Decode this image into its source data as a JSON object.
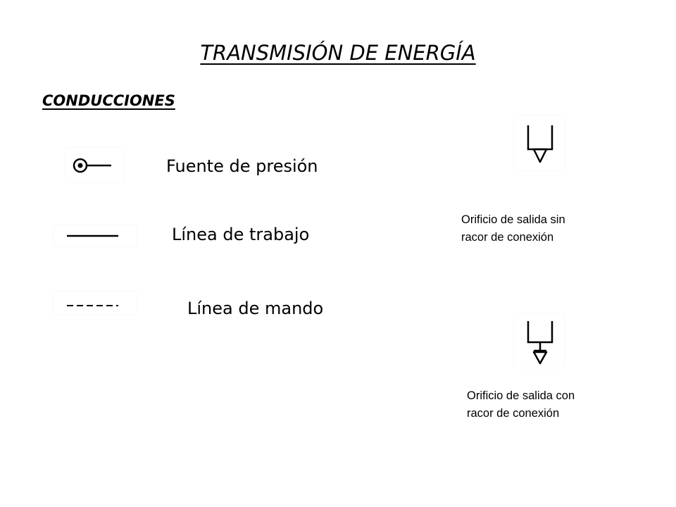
{
  "title": "TRANSMISIÓN DE ENERGÍA",
  "subtitle": "CONDUCCIONES",
  "items": [
    {
      "label": "Fuente de presión",
      "icon": "pressure-source-icon"
    },
    {
      "label": "Línea de trabajo",
      "icon": "work-line-icon"
    },
    {
      "label": "Línea de mando",
      "icon": "control-line-icon"
    }
  ],
  "outlets": [
    {
      "label_line1": "Orificio de salida sin",
      "label_line2": "racor de conexión",
      "icon": "outlet-without-fitting-icon"
    },
    {
      "label_line1": "Orificio de salida con",
      "label_line2": "racor de conexión",
      "icon": "outlet-with-fitting-icon"
    }
  ]
}
